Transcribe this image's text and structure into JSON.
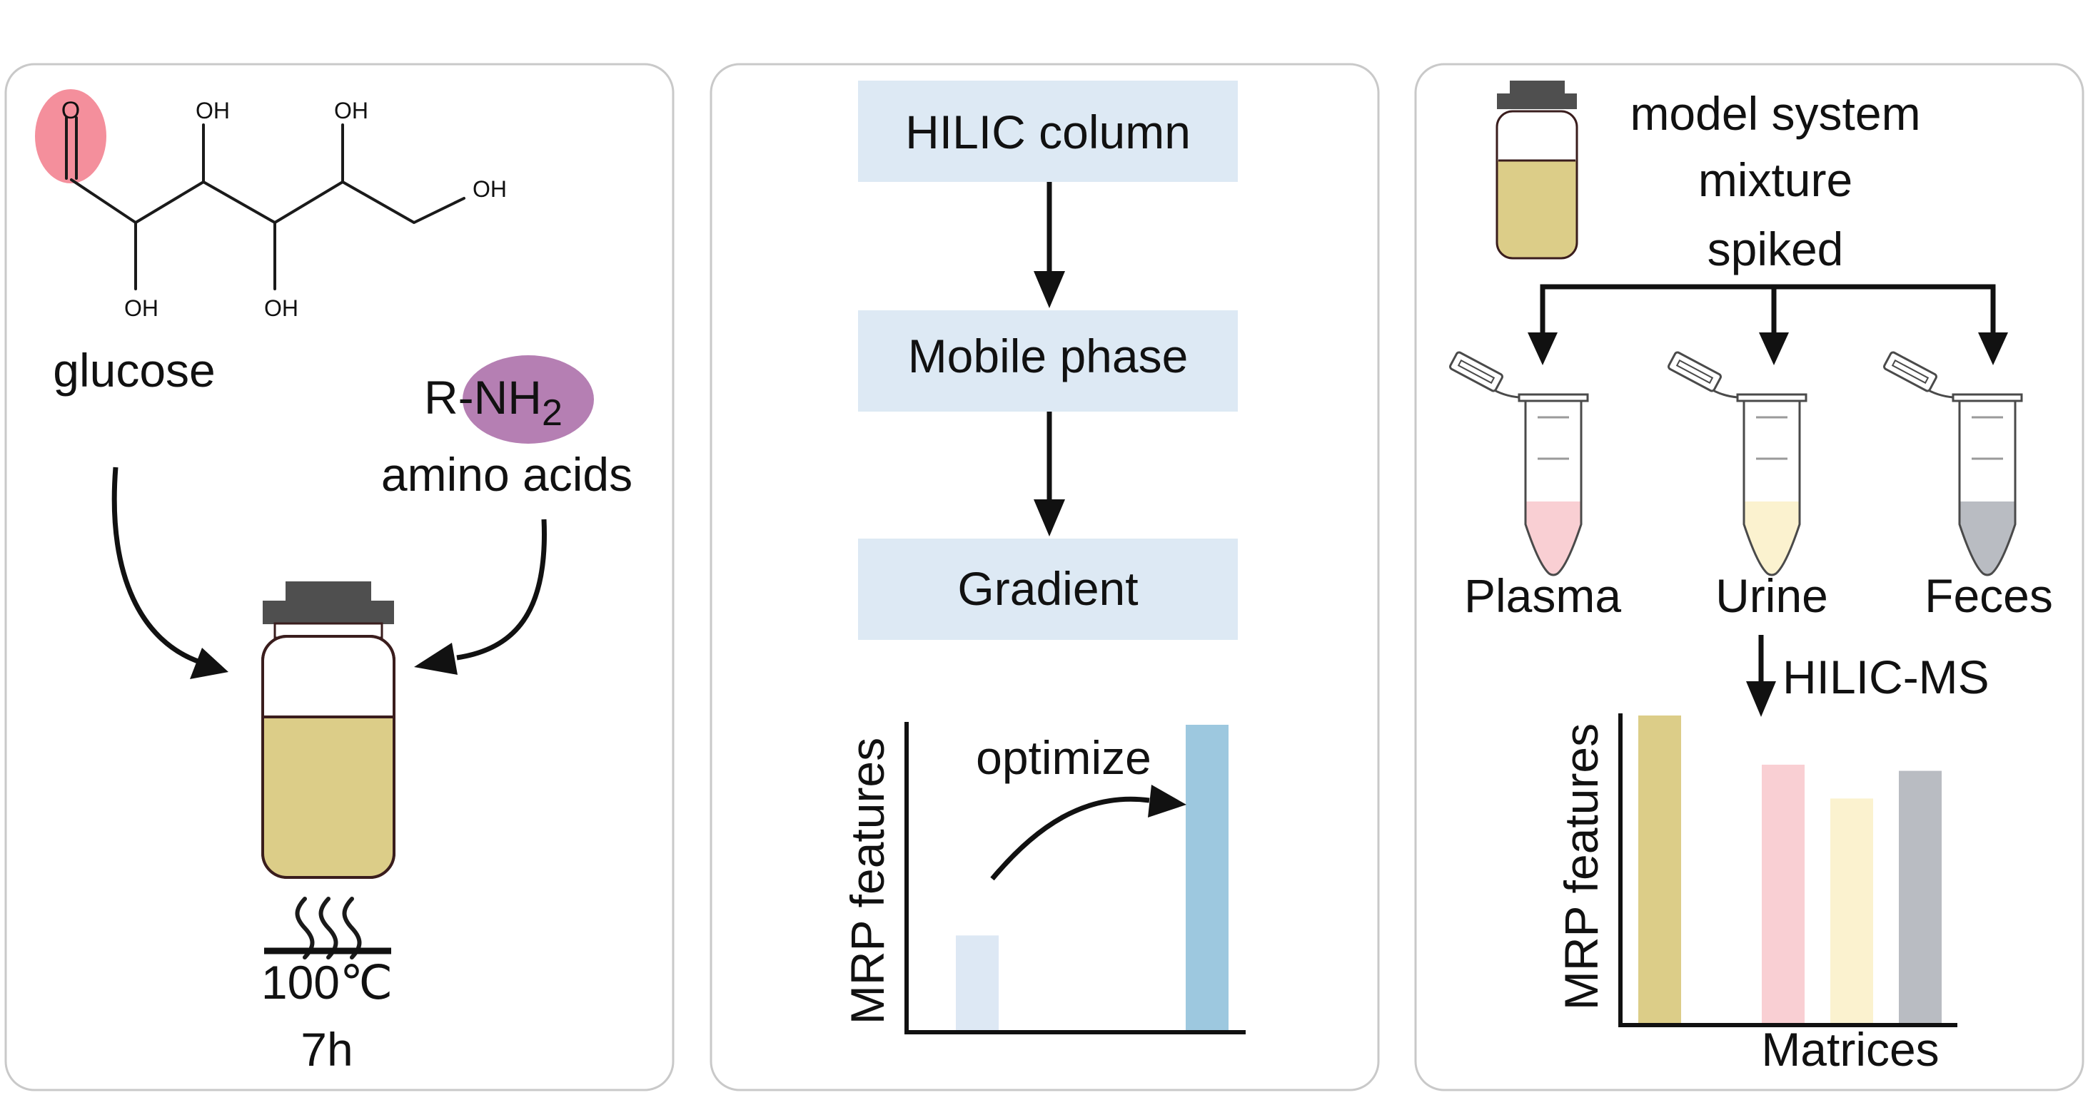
{
  "panel_left": {
    "molecule_labels": {
      "oxygen": "O",
      "oh_1": "OH",
      "oh_2": "OH",
      "oh_3": "OH",
      "oh_4": "OH",
      "oh_5": "OH"
    },
    "glucose_label": "glucose",
    "amine_prefix": "R-NH",
    "amine_subscript": "2",
    "amino_acids_label": "amino acids",
    "temperature": "100℃",
    "duration": "7h",
    "colors": {
      "aldehyde_highlight": "#f48f9c",
      "amine_highlight": "#b57fb3",
      "vial_liquid": "#dccd88",
      "vial_cap": "#4f4f4f"
    }
  },
  "panel_middle": {
    "steps": [
      "HILIC column",
      "Mobile phase",
      "Gradient"
    ],
    "box_color": "#dde9f4",
    "optimize_label": "optimize",
    "chart_data": {
      "type": "bar",
      "ylabel": "MRP features",
      "xlabel": "",
      "series": [
        {
          "values": [
            0.31,
            1.0
          ]
        }
      ],
      "bar_colors": [
        "#dde8f4",
        "#9dc8df"
      ]
    }
  },
  "panel_right": {
    "vial_text": [
      "model system",
      "mixture",
      "spiked"
    ],
    "tube_labels": [
      "Plasma",
      "Urine",
      "Feces"
    ],
    "tube_colors": [
      "#f9cfd3",
      "#fbf2cf",
      "#b9bcc2"
    ],
    "method_label": "HILIC-MS",
    "chart_data": {
      "type": "bar",
      "ylabel": "MRP features",
      "xlabel": "Matrices",
      "series": [
        {
          "values": [
            1.0,
            0.84,
            0.73,
            0.82
          ]
        }
      ],
      "bar_colors": [
        "#dccd88",
        "#f9cfd3",
        "#fbf2cf",
        "#b9bcc2"
      ]
    }
  }
}
